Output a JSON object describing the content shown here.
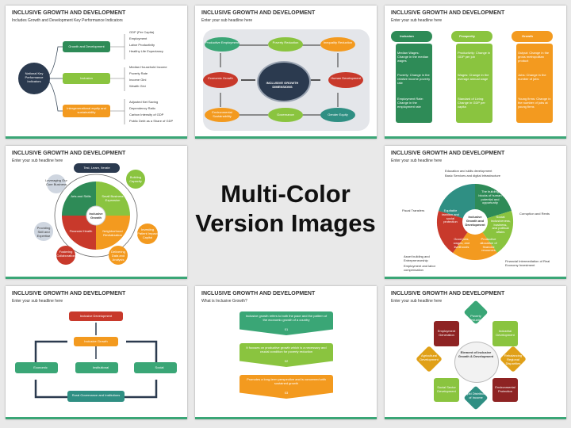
{
  "center_title": {
    "line1": "Multi-Color",
    "line2": "Version Images"
  },
  "slides": [
    {
      "title": "INCLUSIVE GROWTH AND DEVELOPMENT",
      "subtitle": "Includes Growth and Development Key Performance Indicators",
      "hub": "National Key Performance Indicators",
      "branches": [
        "Growth and Development",
        "Inclusion",
        "Intergenerational equity and sustainability"
      ],
      "items": [
        [
          "GDP (Per Capita)",
          "Employment",
          "Labor Productivity",
          "Healthy Life Expectancy"
        ],
        [
          "Median Household Income",
          "Poverty Rate",
          "Income Gini",
          "Wealth Gini"
        ],
        [
          "Adjusted Net Saving",
          "Dependency Ratio",
          "Carbon Intensity of GDP",
          "Public Debt as a Share of GDP"
        ]
      ]
    },
    {
      "title": "INCLUSIVE GROWTH AND DEVELOPMENT",
      "subtitle": "Enter your sub headline here",
      "center": "INCLUSIVE GROWTH DIMENSIONS",
      "nodes": [
        "Productive Employment",
        "Poverty Reduction",
        "Inequality Reduction",
        "Human Development",
        "Gender Equity",
        "Governance",
        "Environmental Sustainability",
        "Economic Growth"
      ]
    },
    {
      "title": "INCLUSIVE GROWTH AND DEVELOPMENT",
      "subtitle": "Enter your sub headline here",
      "columns": [
        {
          "header": "Inclusion",
          "cards": [
            "Median Wages: Change in the median wages",
            "Poverty: Change in the relative income poverty rate",
            "Employment Rate: Change in the employment rate"
          ]
        },
        {
          "header": "Prosperity",
          "cards": [
            "Productivity: Change in GDP per job",
            "Wages: Change in the average annual wage",
            "Standard of Living: Change in GDP per capita"
          ]
        },
        {
          "header": "Growth",
          "cards": [
            "Output: Change in the gross metropolitan product",
            "Jobs: Change in the number of jobs",
            "Young firms: Change in the number of jobs at young firms"
          ]
        }
      ]
    },
    {
      "title": "INCLUSIVE GROWTH AND DEVELOPMENT",
      "subtitle": "Enter your sub headline here",
      "top": "Test, Learn, Iterate",
      "center": "Inclusive Growth",
      "quadrants": [
        "Arts and Skills",
        "Small Business Expansion",
        "Financial Health",
        "Neighborhood Revitalization"
      ],
      "satellites": [
        "Leveraging Our Core Business",
        "Building Capacity",
        "Investing Patient Impact Capital",
        "Delivering Data and Analysis",
        "Fostering Collaboration",
        "Providing Skill and Expertise"
      ]
    },
    {
      "title": "INCLUSIVE GROWTH AND DEVELOPMENT",
      "subtitle": "Enter your sub headline here",
      "center": "Inclusive Growth and Development",
      "segments": [
        "The building blocks of human potential and opportunity",
        "Social inclusiveness, business, and political affairs",
        "Productive allocation of financial resources",
        "Good jobs, wages, and livelihoods",
        "Equitable taxation and social protection"
      ],
      "callouts": [
        "Education and skills development",
        "Basic Services and digital infrastructure",
        "Corruption and Rents",
        "Financial Intermediation of Real Economy Investment",
        "Asset building and Entrepreneurship",
        "Employment and labor compensation",
        "Fiscal Transfers"
      ]
    },
    {
      "title": "INCLUSIVE GROWTH AND DEVELOPMENT",
      "subtitle": "Enter your sub headline here",
      "top": "Inclusive Development",
      "mid": "Inclusive Growth",
      "bottom": "Rural Governance and Institutions",
      "pillars": [
        "Economic",
        "Institutional",
        "Social"
      ]
    },
    {
      "title": "INCLUSIVE GROWTH AND DEVELOPMENT",
      "subtitle": "What is Inclusive Growth?",
      "steps": [
        {
          "text": "Inclusive growth refers to both the pace and the pattern of the economic growth of a country",
          "num": "01"
        },
        {
          "text": "It focuses on productive growth which is a necessary and crucial condition for poverty reduction",
          "num": "02"
        },
        {
          "text": "Promotes a long-term perspective and is concerned with sustained growth",
          "num": "03"
        }
      ]
    },
    {
      "title": "INCLUSIVE GROWTH AND DEVELOPMENT",
      "subtitle": "Enter your sub headline here",
      "center": "Element of Inclusive Growth & Development",
      "petals": [
        "Poverty Reduction",
        "Industrial Development",
        "Rebalancing Regional Disparities",
        "Environmental Protection",
        "Rapid Distribution of Income",
        "Social Sector Development",
        "Agricultural Development",
        "Employment Generation"
      ]
    }
  ],
  "colors": {
    "green": "#3aa676",
    "teal": "#2f8f83",
    "orange": "#f39a1f",
    "red": "#c8392b",
    "navy": "#2b3a4f",
    "light_green": "#8ac43f",
    "dark_red": "#8e2323",
    "amber": "#e0a018"
  }
}
